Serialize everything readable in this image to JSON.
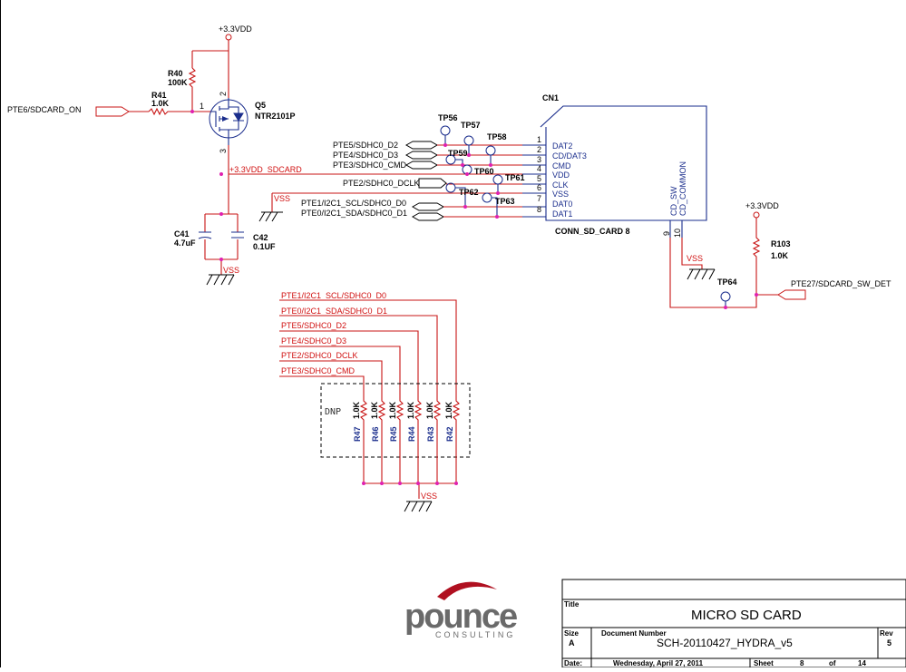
{
  "power": {
    "vdd_top": "+3.3VDD",
    "vdd_right": "+3.3VDD",
    "vdd_sdcard": "+3.3VDD_SDCARD",
    "vss": "VSS"
  },
  "nets": {
    "pte6": "PTE6/SDCARD_ON",
    "pte27": "PTE27/SDCARD_SW_DET",
    "pte2_dclk": "PTE2/SDHC0_DCLK"
  },
  "components": {
    "r40": {
      "ref": "R40",
      "value": "100K"
    },
    "r41": {
      "ref": "R41",
      "value": "1.0K"
    },
    "q5": {
      "ref": "Q5",
      "value": "NTR2101P"
    },
    "c41": {
      "ref": "C41",
      "value": "4.7uF"
    },
    "c42": {
      "ref": "C42",
      "value": "0.1UF"
    },
    "r103": {
      "ref": "R103",
      "value": "1.0K"
    },
    "cn1": {
      "ref": "CN1",
      "value": "CONN_SD_CARD 8"
    },
    "pull_ups": [
      {
        "ref": "R47",
        "value": "1.0K"
      },
      {
        "ref": "R46",
        "value": "1.0K"
      },
      {
        "ref": "R45",
        "value": "1.0K"
      },
      {
        "ref": "R44",
        "value": "1.0K"
      },
      {
        "ref": "R43",
        "value": "1.0K"
      },
      {
        "ref": "R42",
        "value": "1.0K"
      }
    ],
    "dnp": "DNP"
  },
  "q5_pins": [
    "1",
    "2",
    "3"
  ],
  "left_nets": [
    "PTE5/SDHC0_D2",
    "PTE4/SDHC0_D3",
    "PTE3/SDHC0_CMD",
    "PTE1/I2C1_SCL/SDHC0_D0",
    "PTE0/I2C1_SDA/SDHC0_D1"
  ],
  "test_points": [
    "TP56",
    "TP57",
    "TP58",
    "TP59",
    "TP60",
    "TP61",
    "TP62",
    "TP63",
    "TP64"
  ],
  "connector_pins": [
    {
      "num": "1",
      "name": "DAT2"
    },
    {
      "num": "2",
      "name": "CD/DAT3"
    },
    {
      "num": "3",
      "name": "CMD"
    },
    {
      "num": "4",
      "name": "VDD"
    },
    {
      "num": "5",
      "name": "CLK"
    },
    {
      "num": "6",
      "name": "VSS"
    },
    {
      "num": "7",
      "name": "DAT0"
    },
    {
      "num": "8",
      "name": "DAT1"
    }
  ],
  "connector_side_pins": [
    {
      "num": "9",
      "name": "CD_SW"
    },
    {
      "num": "10",
      "name": "CD_COMMON"
    }
  ],
  "bus_labels": [
    "PTE1/I2C1_SCL/SDHC0_D0",
    "PTE0/I2C1_SDA/SDHC0_D1",
    "PTE5/SDHC0_D2",
    "PTE4/SDHC0_D3",
    "PTE2/SDHC0_DCLK",
    "PTE3/SDHC0_CMD"
  ],
  "logo": {
    "word": "pounce",
    "sub": "CONSULTING"
  },
  "title_block": {
    "title_label": "Title",
    "title": "MICRO SD CARD",
    "size_label": "Size",
    "size": "A",
    "docnum_label": "Document Number",
    "docnum": "SCH-20110427_HYDRA_v5",
    "rev_label": "Rev",
    "rev": "5",
    "date_label": "Date:",
    "date": "Wednesday, April 27, 2011",
    "sheet_label": "Sheet",
    "sheet": "8",
    "of_label": "of",
    "total": "14"
  }
}
